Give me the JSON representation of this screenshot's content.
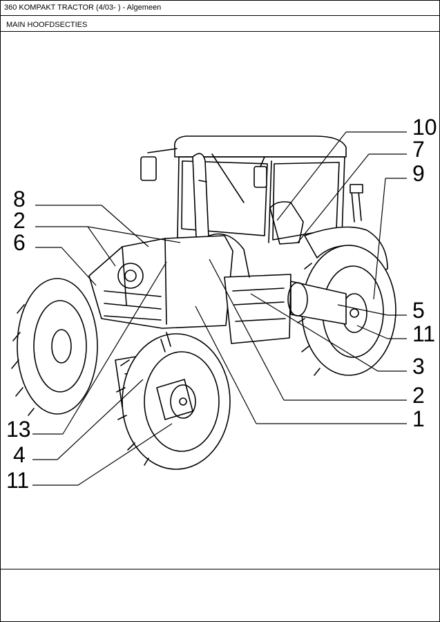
{
  "header": {
    "title": "360 KOMPAKT TRACTOR (4/03- ) - Algemeen",
    "section": "MAIN HOOFDSECTIES"
  },
  "callouts": [
    {
      "id": "c10",
      "label": "10"
    },
    {
      "id": "c7",
      "label": "7"
    },
    {
      "id": "c9",
      "label": "9"
    },
    {
      "id": "c8",
      "label": "8"
    },
    {
      "id": "c2a",
      "label": "2"
    },
    {
      "id": "c6",
      "label": "6"
    },
    {
      "id": "c5",
      "label": "5"
    },
    {
      "id": "c11a",
      "label": "11"
    },
    {
      "id": "c3",
      "label": "3"
    },
    {
      "id": "c2b",
      "label": "2"
    },
    {
      "id": "c1",
      "label": "1"
    },
    {
      "id": "c13",
      "label": "13"
    },
    {
      "id": "c4",
      "label": "4"
    },
    {
      "id": "c11b",
      "label": "11"
    }
  ],
  "colors": {
    "line": "#000000",
    "background": "#ffffff"
  }
}
